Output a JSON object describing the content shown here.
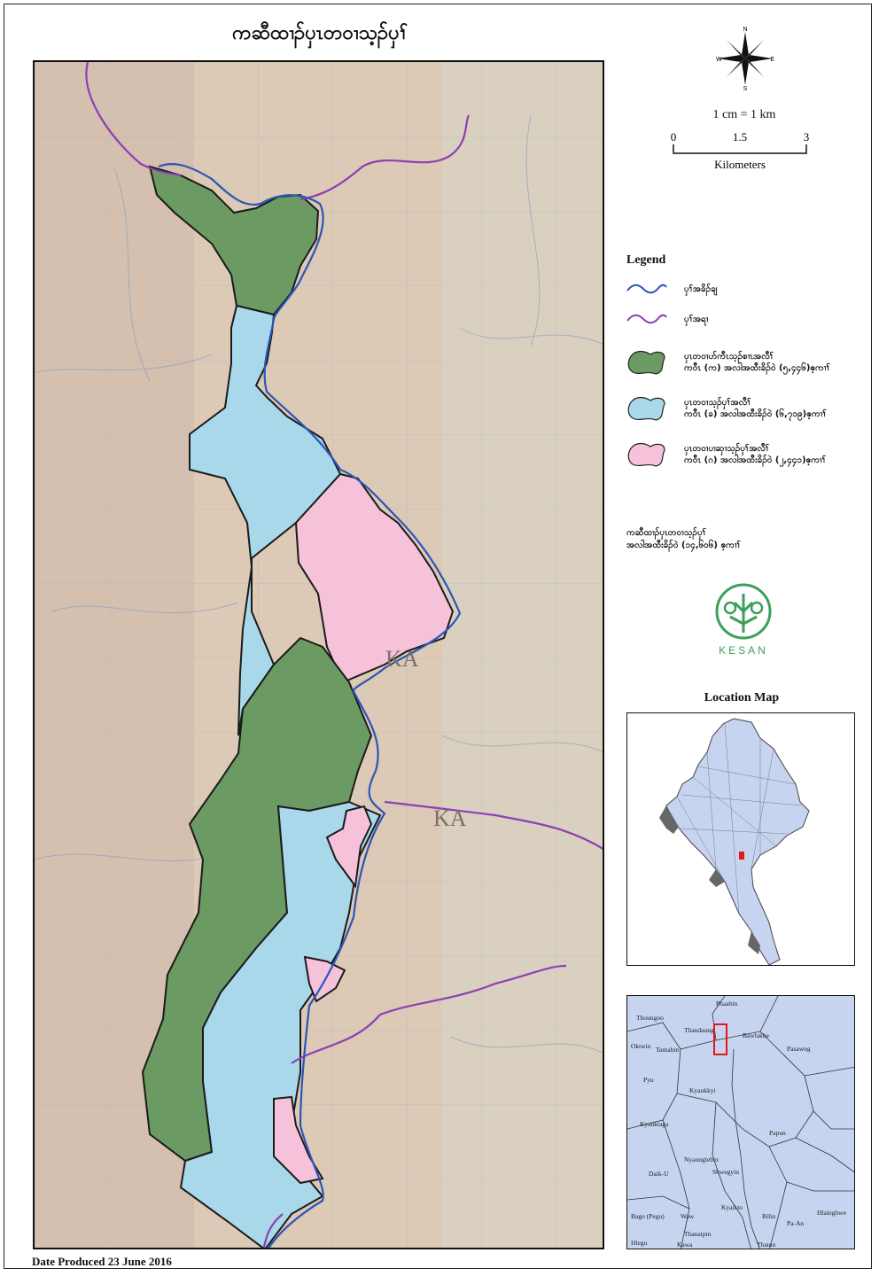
{
  "title": "ကဆီထၢၣ်ပှၤတဝၢသ့ၣ်ပှၢ်",
  "date_produced": "Date Produced 23 June 2016",
  "north_arrow": {
    "n": "N",
    "s": "S",
    "e": "E",
    "w": "W",
    "icon": "north-arrow-icon"
  },
  "scale": {
    "ratio": "1 cm = 1 km",
    "ticks": [
      "0",
      "1.5",
      "3"
    ],
    "unit": "Kilometers"
  },
  "legend": {
    "title": "Legend",
    "items": [
      {
        "label": "ပှၢ်အခိၣ်ချ",
        "color": "#2a56b8",
        "kind": "line-river"
      },
      {
        "label": "ပှၢ်အရၢ",
        "color": "#8e3fb6",
        "kind": "line-boundary"
      },
      {
        "label": "ပှၤတဝၢဟ်ကီၤသ့ၣ်စၢၤအလီၢ်\nကဝီၤ (က) အလါအထီးခိၣ်ဝဲ (၅,၄၄၆)ဧ့ကၢၢ်",
        "color": "#6b9a63",
        "kind": "area"
      },
      {
        "label": "ပှၤတဝၢသ့ၣ်ပှၢ်အလီၢ်\nကဝီၤ (ခ) အလါအထီးခိၣ်ဝဲ (၆,၇၁၉)ဧ့ကၢၢ်",
        "color": "#a8d8ea",
        "kind": "area"
      },
      {
        "label": "ပှၤတဝၢပၢဆှၢသ့ၣ်ပှၢ်အလီၢ်\nကဝီၤ (ဂ) အလါအထီးခိၣ်ဝဲ (၂,၄၄၁)ဧ့ကၢၢ်",
        "color": "#f5c2da",
        "kind": "area"
      }
    ]
  },
  "total_area": "ကဆီထၢၣ်ပှၤတဝၢသ့ၣ်ပှၢ်\nအလါအထီးခိၣ်ဝဲ (၁၄,၆၀၆) ဧ့ကၢၢ်",
  "logo": {
    "text": "KESAN",
    "icon": "kesan-logo-icon"
  },
  "location_map": {
    "title": "Location Map",
    "country_color": "#c6d4f0",
    "highlight_color": "#e01818"
  },
  "main_map": {
    "labels": [
      "KA",
      "KA"
    ],
    "zone_colors": {
      "green": "#6b9a63",
      "blue": "#a8d8ea",
      "pink": "#f5c2da"
    },
    "river_color": "#2a56b8",
    "boundary_color": "#8e3fb6"
  },
  "detail_map": {
    "towns": [
      "Phaabin",
      "Thoungoo",
      "Bawlakhe",
      "Thandaung",
      "Pasawng",
      "Oktwin",
      "Tantabin",
      "Pyu",
      "Kyaukkyi",
      "Kyauktaga",
      "Papun",
      "Nyaunglebin",
      "Shwegyin",
      "Daik-U",
      "Bago (Pegu)",
      "Waw",
      "Kyaikto",
      "Bilin",
      "Pa-An",
      "Hlaingbwe",
      "Thanatpin",
      "Hlegu",
      "Kawa",
      "Thaton"
    ]
  }
}
